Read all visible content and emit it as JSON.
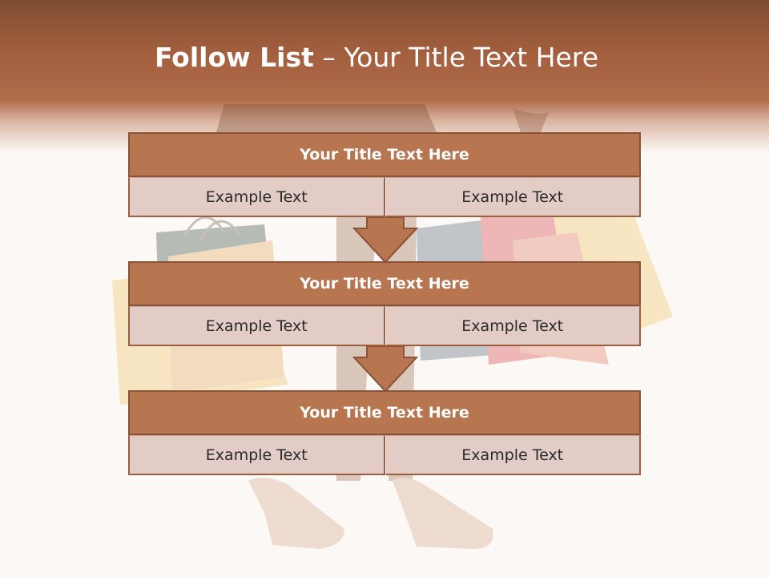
{
  "slide": {
    "title_bold": "Follow List",
    "title_sep": " – ",
    "title_light": "Your Title Text Here"
  },
  "steps": [
    {
      "title": "Your Title Text Here",
      "cells": [
        "Example Text",
        "Example Text"
      ]
    },
    {
      "title": "Your Title Text Here",
      "cells": [
        "Example Text",
        "Example Text"
      ]
    },
    {
      "title": "Your Title Text Here",
      "cells": [
        "Example Text",
        "Example Text"
      ]
    }
  ],
  "colors": {
    "header_brown": "#a5603f",
    "title_box": "#b77550",
    "cell_box": "#e3ccc6",
    "arrow": "#b77550"
  }
}
